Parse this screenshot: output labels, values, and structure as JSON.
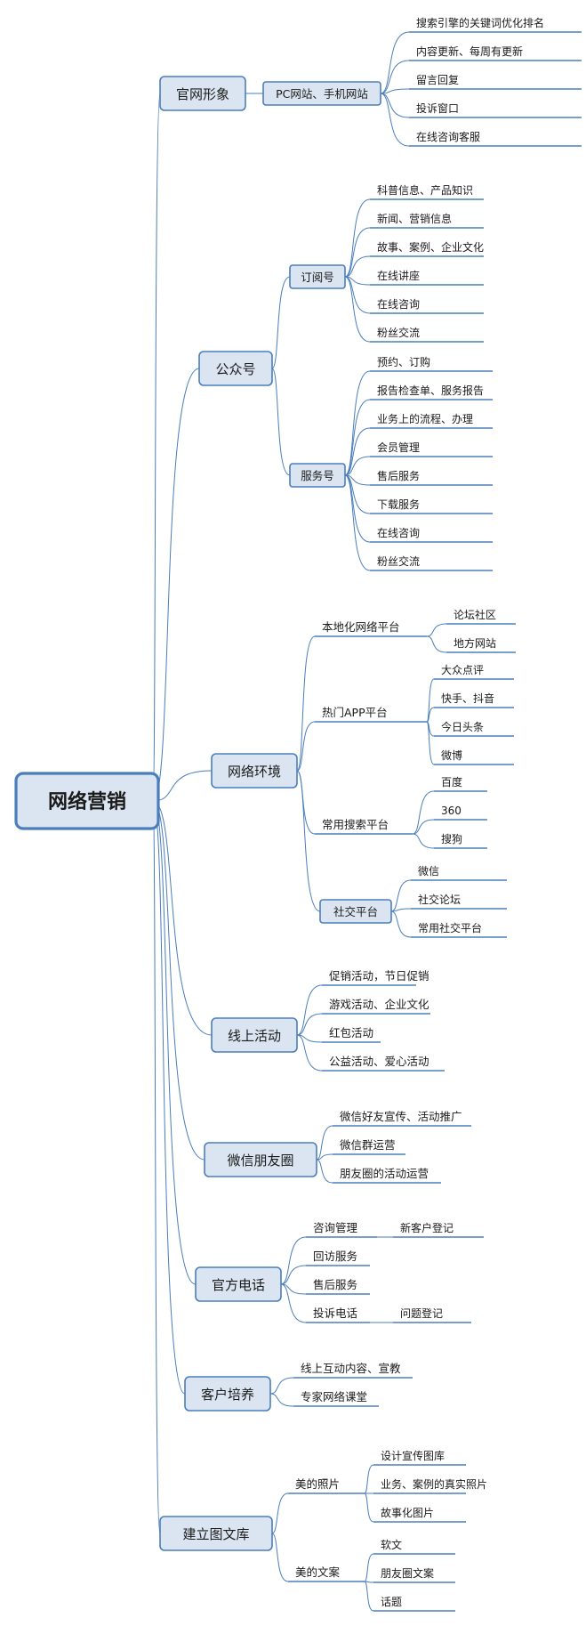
{
  "colors": {
    "line": "#4a7ebb",
    "box_fill": "#dbe5f1",
    "text": "#1a1a1a"
  },
  "root": "网络营销",
  "branches": [
    {
      "label": "官网形象",
      "children": [
        {
          "label": "PC网站、手机网站",
          "boxed": true,
          "children": [
            {
              "label": "搜索引擎的关键词优化排名"
            },
            {
              "label": "内容更新、每周有更新"
            },
            {
              "label": "留言回复"
            },
            {
              "label": "投诉窗口"
            },
            {
              "label": "在线咨询客服"
            }
          ]
        }
      ]
    },
    {
      "label": "公众号",
      "children": [
        {
          "label": "订阅号",
          "boxed": true,
          "children": [
            {
              "label": "科普信息、产品知识"
            },
            {
              "label": "新闻、营销信息"
            },
            {
              "label": "故事、案例、企业文化"
            },
            {
              "label": "在线讲座"
            },
            {
              "label": "在线咨询"
            },
            {
              "label": "粉丝交流"
            }
          ]
        },
        {
          "label": "服务号",
          "boxed": true,
          "children": [
            {
              "label": "预约、订购"
            },
            {
              "label": "报告检查单、服务报告"
            },
            {
              "label": "业务上的流程、办理"
            },
            {
              "label": "会员管理"
            },
            {
              "label": "售后服务"
            },
            {
              "label": "下载服务"
            },
            {
              "label": "在线咨询"
            },
            {
              "label": "粉丝交流"
            }
          ]
        }
      ]
    },
    {
      "label": "网络环境",
      "children": [
        {
          "label": "本地化网络平台",
          "children": [
            {
              "label": "论坛社区"
            },
            {
              "label": "地方网站"
            }
          ]
        },
        {
          "label": "热门APP平台",
          "children": [
            {
              "label": "大众点评"
            },
            {
              "label": "快手、抖音"
            },
            {
              "label": "今日头条"
            },
            {
              "label": "微博"
            }
          ]
        },
        {
          "label": "常用搜索平台",
          "children": [
            {
              "label": "百度"
            },
            {
              "label": "360"
            },
            {
              "label": "搜狗"
            }
          ]
        },
        {
          "label": "社交平台",
          "boxed": true,
          "children": [
            {
              "label": "微信"
            },
            {
              "label": "社交论坛"
            },
            {
              "label": "常用社交平台"
            }
          ]
        }
      ]
    },
    {
      "label": "线上活动",
      "children": [
        {
          "label": "促销活动，节日促销"
        },
        {
          "label": "游戏活动、企业文化"
        },
        {
          "label": "红包活动"
        },
        {
          "label": "公益活动、爱心活动"
        }
      ]
    },
    {
      "label": "微信朋友圈",
      "children": [
        {
          "label": "微信好友宣传、活动推广"
        },
        {
          "label": "微信群运营"
        },
        {
          "label": "朋友圈的活动运营"
        }
      ]
    },
    {
      "label": "官方电话",
      "children": [
        {
          "label": "咨询管理",
          "children": [
            {
              "label": "新客户登记"
            }
          ]
        },
        {
          "label": "回访服务"
        },
        {
          "label": "售后服务"
        },
        {
          "label": "投诉电话",
          "children": [
            {
              "label": "问题登记"
            }
          ]
        }
      ]
    },
    {
      "label": "客户培养",
      "children": [
        {
          "label": "线上互动内容、宣教"
        },
        {
          "label": "专家网络课堂"
        }
      ]
    },
    {
      "label": "建立图文库",
      "children": [
        {
          "label": "美的照片",
          "children": [
            {
              "label": "设计宣传图库"
            },
            {
              "label": "业务、案例的真实照片"
            },
            {
              "label": "故事化图片"
            }
          ]
        },
        {
          "label": "美的文案",
          "children": [
            {
              "label": "软文"
            },
            {
              "label": "朋友圈文案"
            },
            {
              "label": "话题"
            }
          ]
        }
      ]
    }
  ]
}
